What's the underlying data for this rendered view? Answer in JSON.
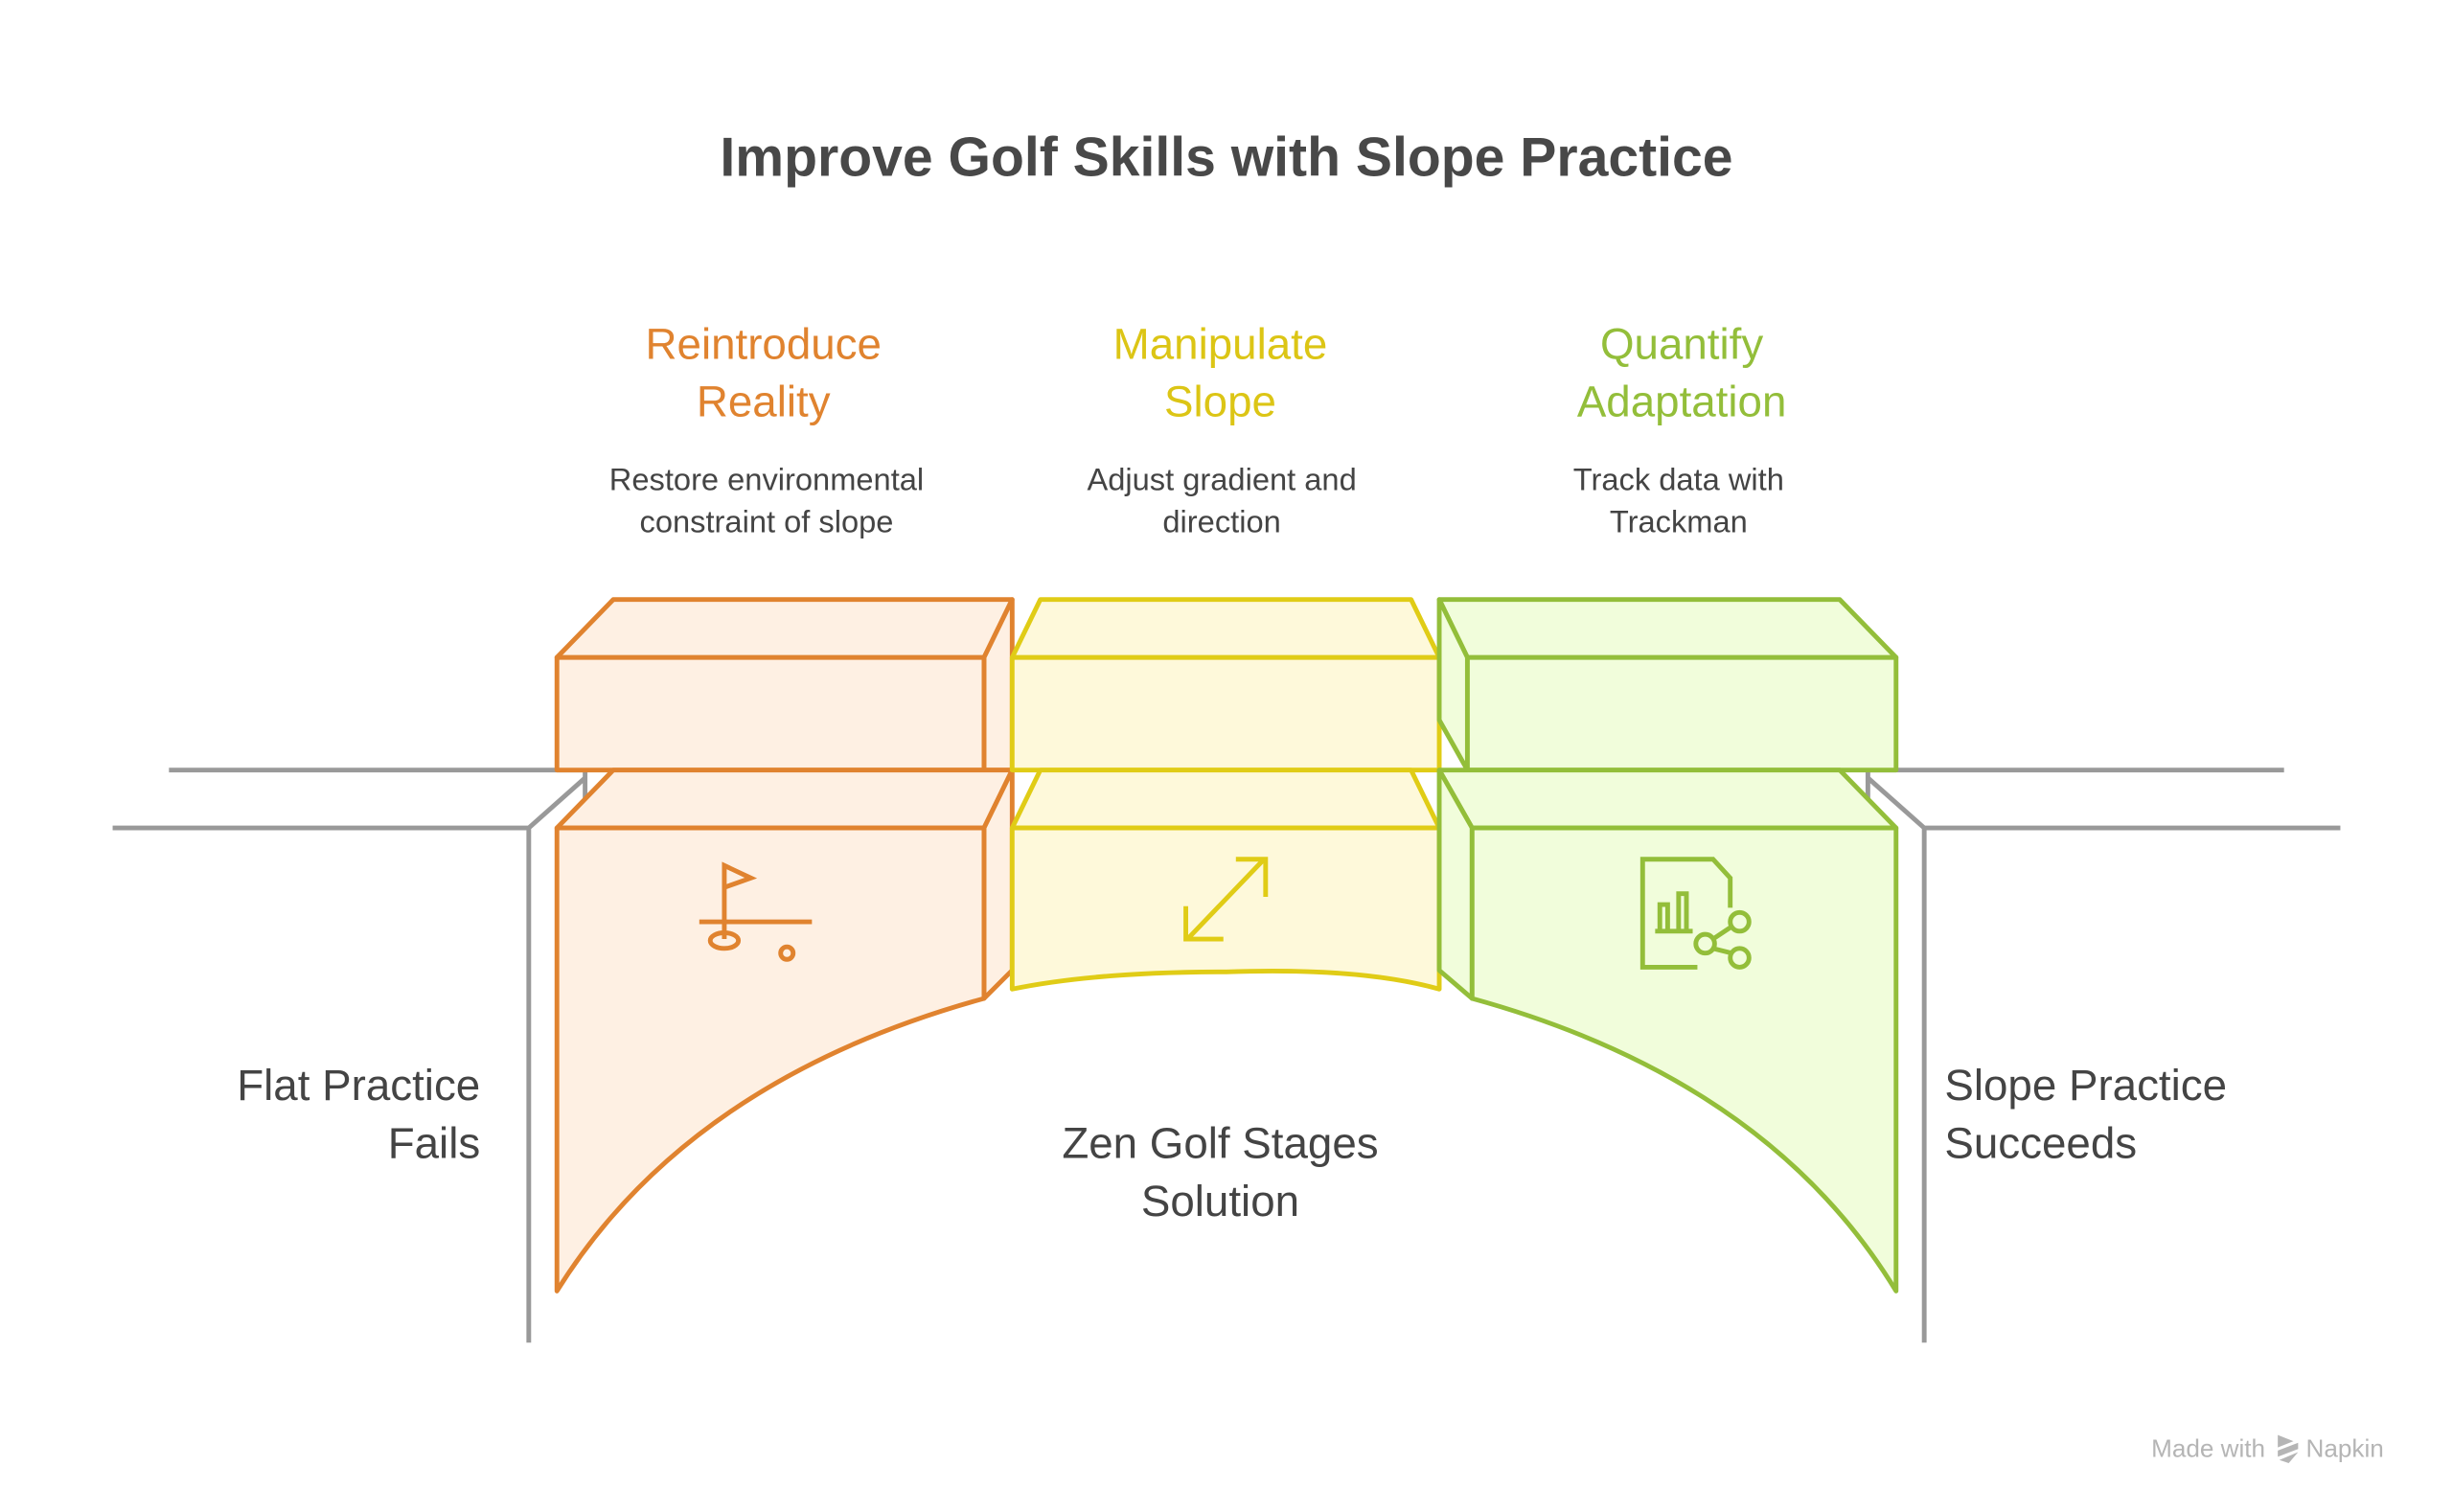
{
  "title": "Improve Golf Skills with Slope Practice",
  "stages": [
    {
      "title_line1": "Reintroduce",
      "title_line2": "Reality",
      "desc_line1": "Restore environmental",
      "desc_line2": "constraint of slope",
      "icon": "golf-flag-icon",
      "color": "#E0832F",
      "fill": "#FEF0E3"
    },
    {
      "title_line1": "Manipulate",
      "title_line2": "Slope",
      "desc_line1": "Adjust gradient and",
      "desc_line2": "direction",
      "icon": "diagonal-arrows-icon",
      "color": "#E0CC16",
      "fill": "#FEF9DA"
    },
    {
      "title_line1": "Quantify",
      "title_line2": "Adaptation",
      "desc_line1": "Track data with",
      "desc_line2": "Trackman",
      "icon": "data-report-share-icon",
      "color": "#93BE3A",
      "fill": "#F1FDDB"
    }
  ],
  "left_label": {
    "line1": "Flat Practice",
    "line2": "Fails"
  },
  "right_label": {
    "line1": "Slope Practice",
    "line2": "Succeeds"
  },
  "center_label": {
    "line1": "Zen Golf Stages",
    "line2": "Solution"
  },
  "footer": {
    "made_with": "Made with",
    "brand": "Napkin"
  }
}
